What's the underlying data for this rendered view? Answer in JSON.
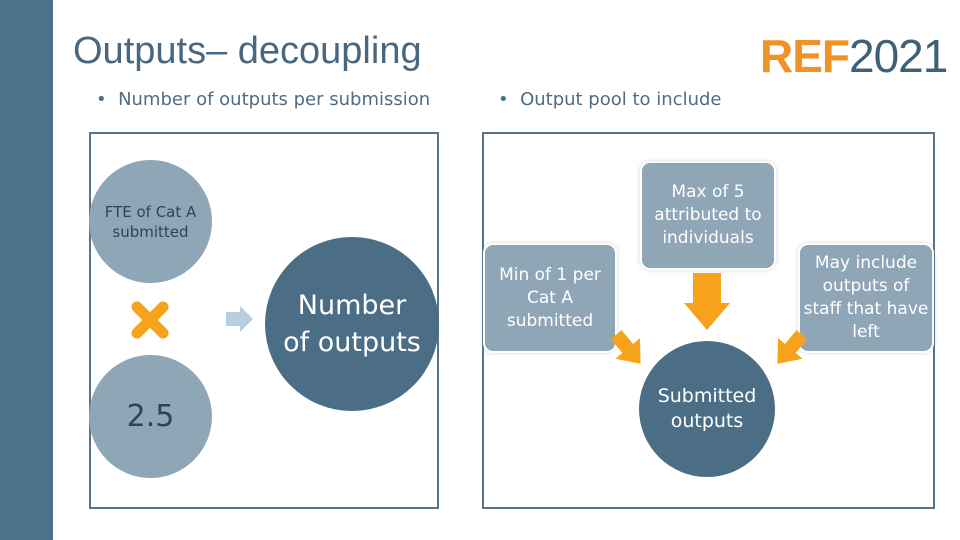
{
  "slide": {
    "title": "Outputs– decoupling",
    "logo": {
      "part1": "REF",
      "part2": "2021"
    },
    "bullets": [
      "Number of outputs per submission",
      "Output pool to include"
    ]
  },
  "left_panel": {
    "fte_label": "FTE of Cat A submitted",
    "multiplier": "2.5",
    "result_label": "Number of outputs"
  },
  "right_panel": {
    "max_box": "Max of 5 attributed to individuals",
    "min_box": "Min of 1 per Cat A submitted",
    "left_staff_box": "May include outputs of staff that have left",
    "center_label": "Submitted outputs"
  },
  "colors": {
    "accent_orange": "#f7a21b",
    "arrow_light_blue": "#b9cde0",
    "dark_blue": "#4b6e86",
    "light_blue": "#8ea6b6"
  }
}
